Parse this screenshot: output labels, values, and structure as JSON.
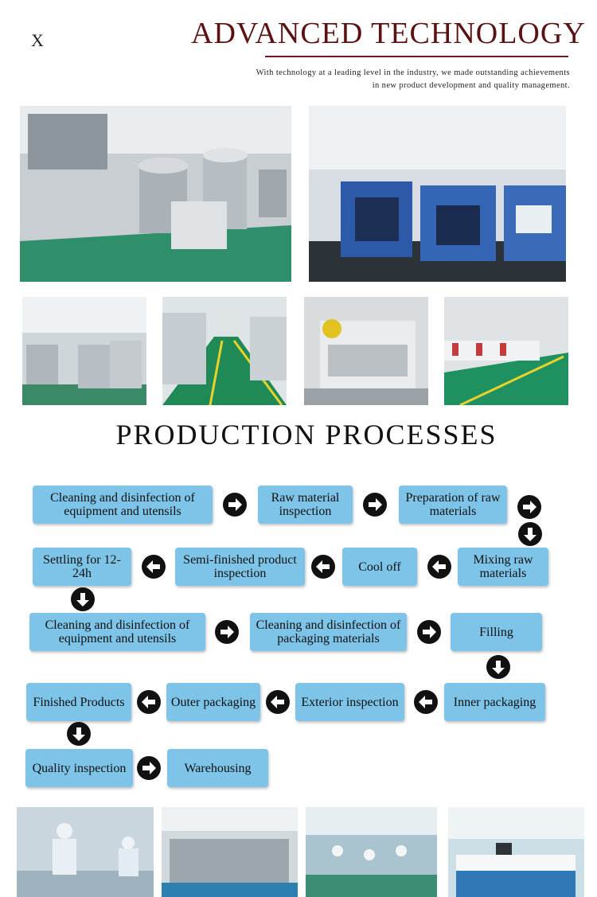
{
  "header": {
    "close_label": "X",
    "title": "ADVANCED TECHNOLOGY",
    "subtitle_line1": "With technology at a leading level in the industry, we made outstanding achievements",
    "subtitle_line2": "in new product development and quality management."
  },
  "section": {
    "title": "PRODUCTION PROCESSES"
  },
  "steps": {
    "s1": "Cleaning and disinfection of equipment and utensils",
    "s2": "Raw material inspection",
    "s3": "Preparation of raw materials",
    "s4": "Mixing raw materials",
    "s5": "Cool off",
    "s6": "Semi-finished product inspection",
    "s7": "Settling for 12-24h",
    "s8": "Cleaning and disinfection of equipment and utensils",
    "s9": "Cleaning and disinfection of packaging materials",
    "s10": "Filling",
    "s11": "Inner packaging",
    "s12": "Exterior inspection",
    "s13": "Outer packaging",
    "s14": "Finished Products",
    "s15": "Quality inspection",
    "s16": "Warehousing"
  },
  "colors": {
    "title": "#5a1212",
    "step_box": "#7dc4e8"
  }
}
